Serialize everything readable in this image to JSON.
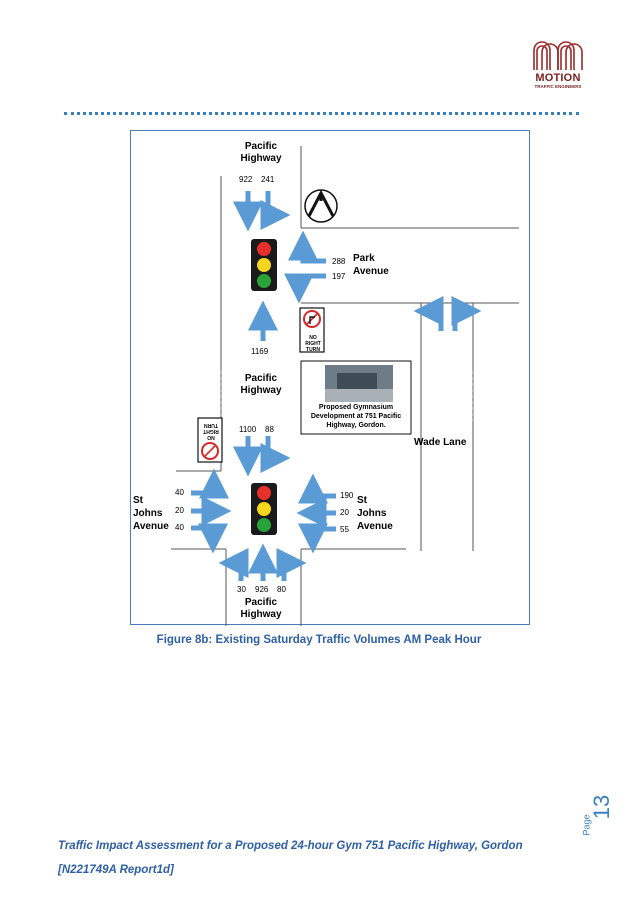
{
  "header": {
    "logo_name": "MOTION",
    "logo_sub": "TRAFFIC ENGINEERS",
    "logo_color": "#7a1f1f"
  },
  "figure": {
    "north_symbol": "north-arrow-icon",
    "roads": {
      "pacific_top": "Pacific Highway",
      "pacific_mid": "Pacific Highway",
      "pacific_bottom": "Pacific Highway",
      "park": "Park Avenue",
      "wade": "Wade Lane",
      "st_johns_west": "St Johns Avenue",
      "st_johns_east": "St Johns Avenue"
    },
    "volumes": {
      "north_in_through": "922",
      "north_in_left": "241",
      "park_left_in": "288",
      "park_out": "197",
      "mid_north": "1169",
      "mid_south_through": "1100",
      "mid_south_left": "88",
      "west_left": "40",
      "west_through": "20",
      "west_right": "40",
      "east_left": "190",
      "east_through": "20",
      "east_right": "55",
      "south_left": "30",
      "south_through": "926",
      "south_right": "80"
    },
    "signs": {
      "no_right_turn": "NO RIGHT TURN",
      "no_right_turn_rotated": "NO RIGHT TURN"
    },
    "development_label": "Proposed Gymnasium Development at 751 Pacific Highway, Gordon.",
    "arrow_color": "#5b9bd5"
  },
  "caption": "Figure 8b: Existing Saturday Traffic Volumes AM Peak Hour",
  "footer": {
    "line1": "Traffic Impact Assessment for a Proposed 24-hour Gym 751 Pacific Highway, Gordon",
    "line2": "[N221749A Report1d]"
  },
  "page": {
    "label": "Page",
    "number": "13"
  }
}
